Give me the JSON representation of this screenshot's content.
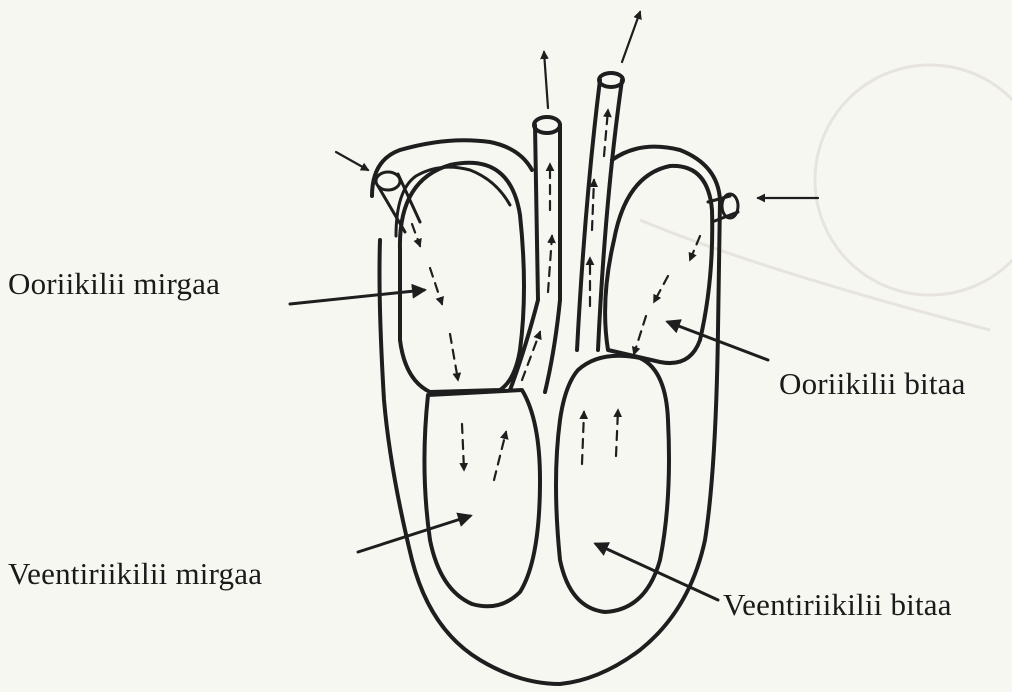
{
  "labels": {
    "left_atrium": "Ooriikilii mirgaa",
    "right_atrium": "Ooriikilii bitaa",
    "left_ventricle": "Veentiriikilii mirgaa",
    "right_ventricle": "Veentiriikilii bitaa"
  },
  "colors": {
    "ink": "#1e1e1e",
    "paper": "#f7f7f2"
  }
}
